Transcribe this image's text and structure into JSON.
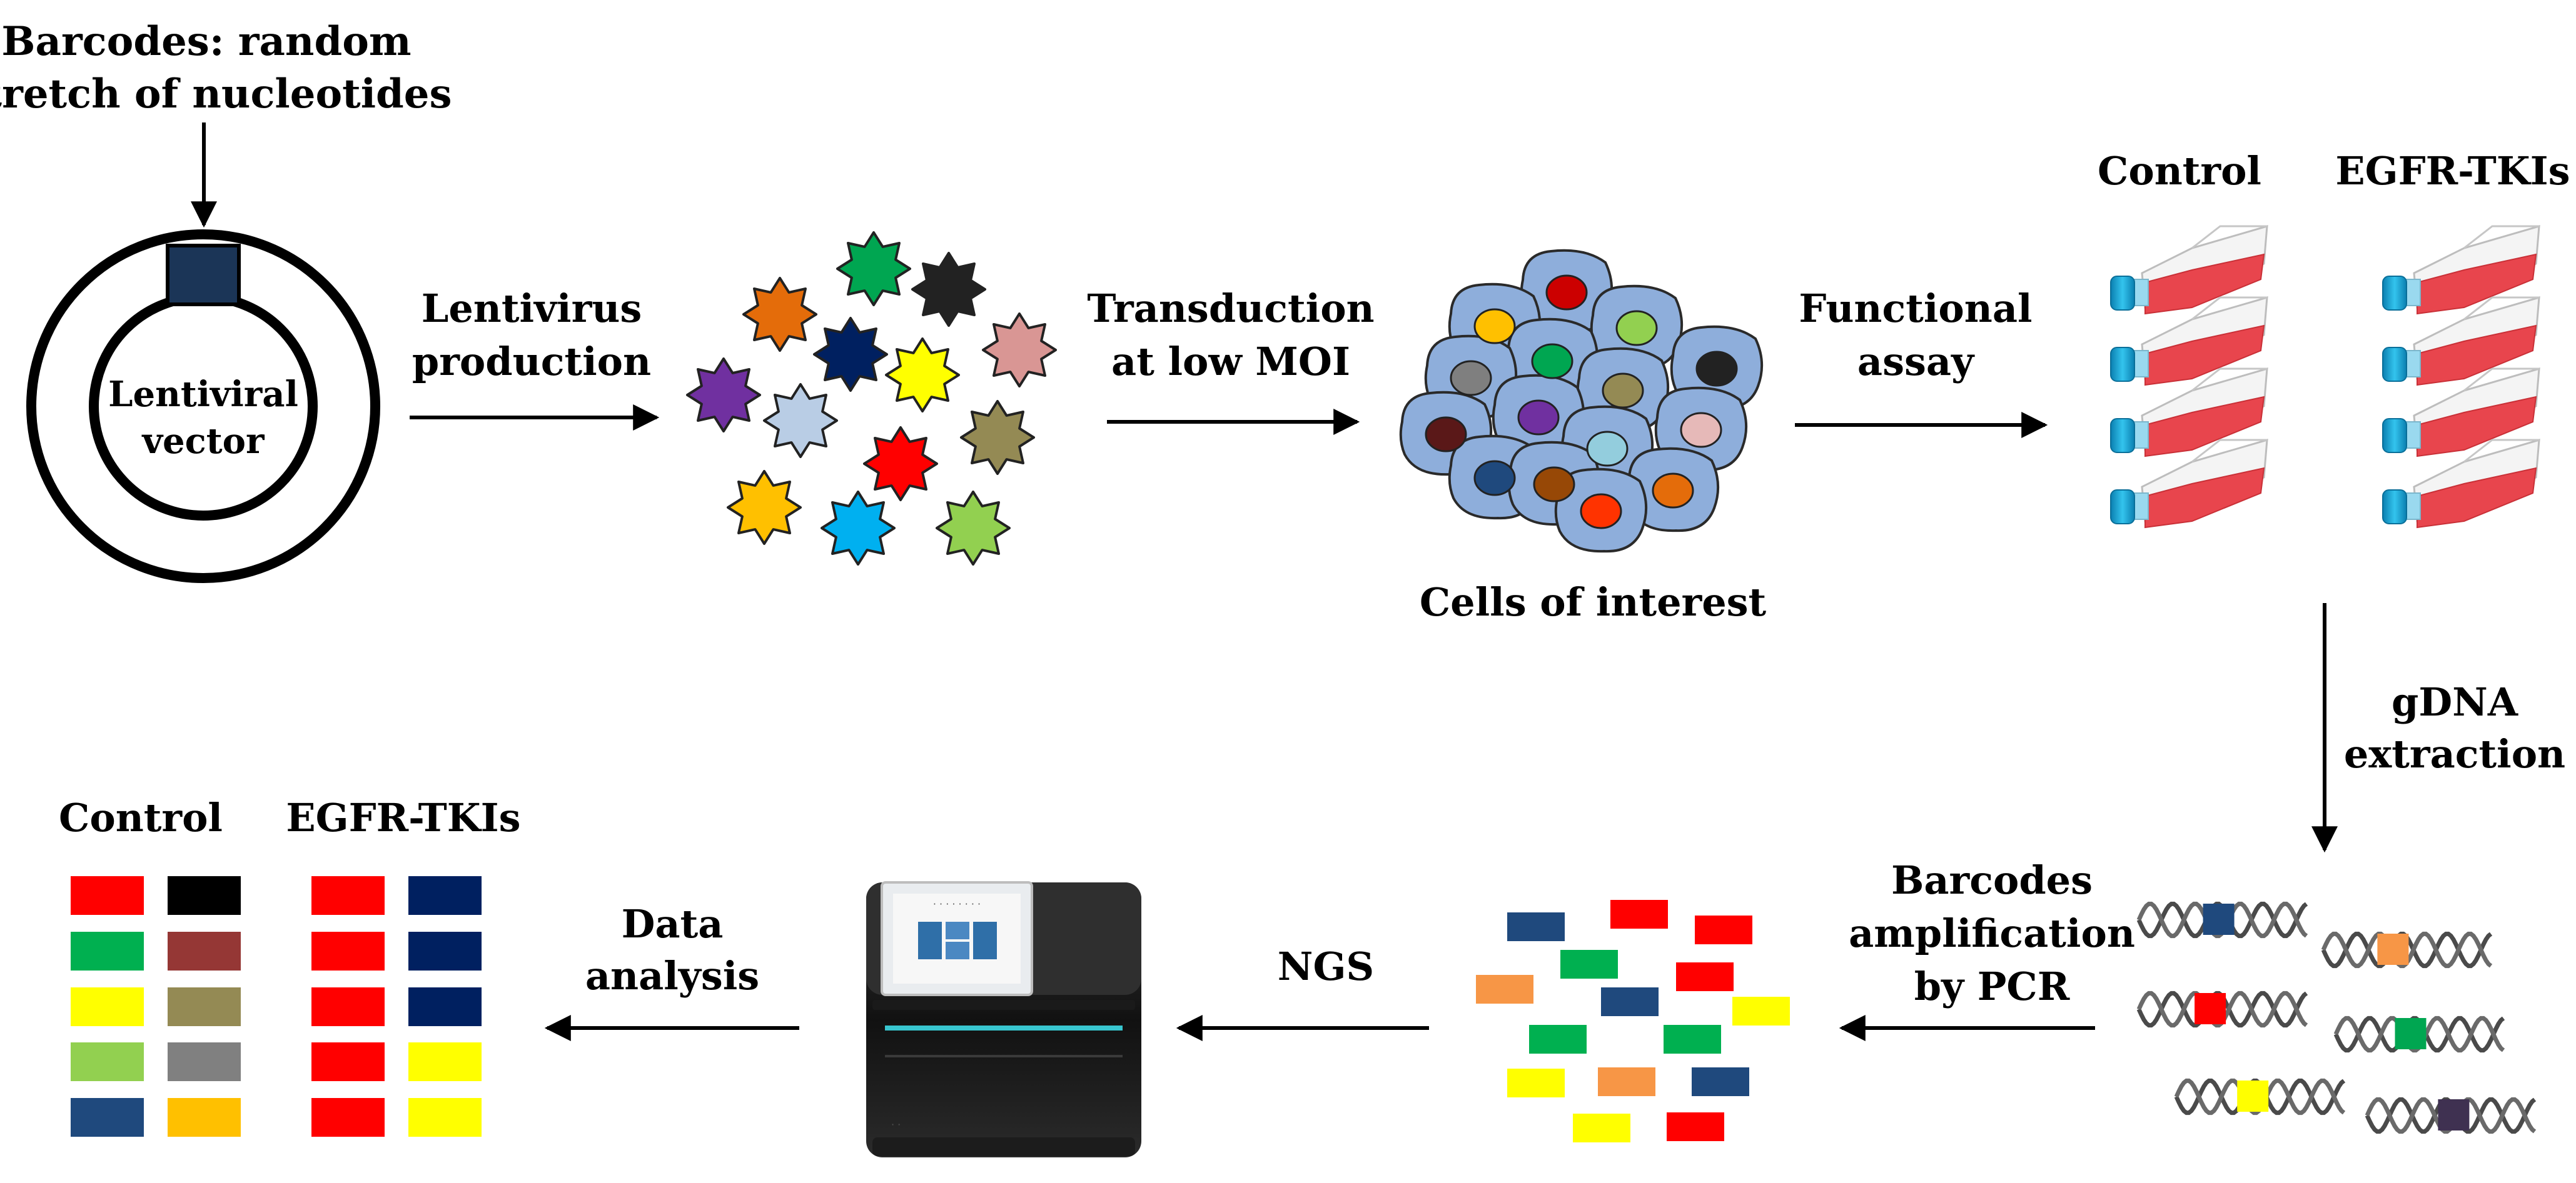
{
  "labels": {
    "barcodes_line1": "Barcodes: random",
    "barcodes_line2": "stretch of nucleotides",
    "vector_line1": "Lentiviral",
    "vector_line2": "vector",
    "lentivirus_line1": "Lentivirus",
    "lentivirus_line2": "production",
    "transduction_line1": "Transduction",
    "transduction_line2": "at low MOI",
    "cells_of_interest": "Cells of interest",
    "functional_line1": "Functional",
    "functional_line2": "assay",
    "control_top": "Control",
    "egfr_top": "EGFR-TKIs",
    "gdna_line1": "gDNA",
    "gdna_line2": "extraction",
    "barcodes_amp_line1": "Barcodes",
    "barcodes_amp_line2": "amplification",
    "barcodes_amp_line3": "by PCR",
    "ngs": "NGS",
    "data_line1": "Data",
    "data_line2": "analysis",
    "control_bottom": "Control",
    "egfr_bottom": "EGFR-TKIs"
  },
  "colors": {
    "vector_barcode": "#1b3557",
    "cell_fill": "#8eaedb",
    "cell_stroke": "#2a2a2a",
    "flask_liquid": "#e8454d",
    "flask_cap": "#19a9de",
    "stars": [
      "#00a651",
      "#222222",
      "#e46c0a",
      "#002060",
      "#d99694",
      "#ffff00",
      "#7030a0",
      "#b9cde5",
      "#948a54",
      "#ff0000",
      "#ffc000",
      "#00b0f0",
      "#92d050"
    ],
    "nuclei": [
      "#cc0000",
      "#ffc000",
      "#92d050",
      "#00a651",
      "#222222",
      "#7f7f7f",
      "#948a54",
      "#7030a0",
      "#e6b9b8",
      "#5a1818",
      "#93cddd",
      "#1f497d",
      "#974806",
      "#e46c0a",
      "#ff3300"
    ],
    "dna_barcodes": [
      "#1f497d",
      "#f79646",
      "#ff0000",
      "#00a651",
      "#ffff00",
      "#3f3151"
    ],
    "pcr_fragments": [
      "#1f497d",
      "#ff0000",
      "#ff0000",
      "#f79646",
      "#00b050",
      "#ff0000",
      "#1f497d",
      "#ffff00",
      "#00b050",
      "#00b050",
      "#ffff00",
      "#f79646",
      "#1f497d",
      "#ffff00",
      "#ff0000"
    ],
    "result_control": [
      [
        "#ff0000",
        "#000000"
      ],
      [
        "#00b050",
        "#953735"
      ],
      [
        "#ffff00",
        "#948a54"
      ],
      [
        "#92d050",
        "#808080"
      ],
      [
        "#1f497d",
        "#ffc000"
      ]
    ],
    "result_egfr": [
      [
        "#ff0000",
        "#002060"
      ],
      [
        "#ff0000",
        "#002060"
      ],
      [
        "#ff0000",
        "#002060"
      ],
      [
        "#ff0000",
        "#ffff00"
      ],
      [
        "#ff0000",
        "#ffff00"
      ]
    ]
  }
}
